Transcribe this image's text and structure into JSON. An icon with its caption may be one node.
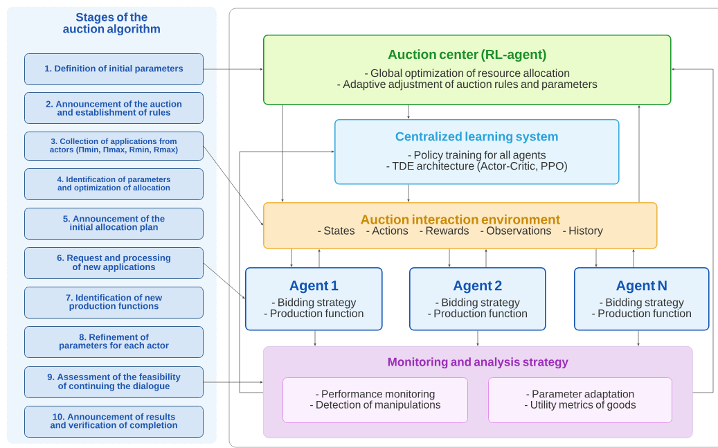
{
  "diagram": {
    "nodes": [
      {
        "text": [
          "Stages of the auction algorithm"
        ]
      },
      {
        "text": [
          "1. Definition of initial parameters"
        ],
        "in": 0
      },
      {
        "text": [
          "2. Announcement of the auction and establishment of rules"
        ],
        "in": 0
      },
      {
        "text": [
          "3. Collection of applications from actors (Πmin, Πmax, Rmin, Rmax)"
        ],
        "in": 0
      },
      {
        "text": [
          "4. Identification of parameters and optimization of allocation"
        ],
        "in": 0
      },
      {
        "text": [
          "5. Announcement of the initial allocation plan"
        ],
        "in": 0
      },
      {
        "text": [
          "6. Request and processing of new applications"
        ],
        "in": 0
      },
      {
        "text": [
          "7. Identification of new production functions"
        ],
        "in": 0
      },
      {
        "text": [
          "8. Refinement of parameters for each actor"
        ],
        "in": 0
      },
      {
        "text": [
          "9. Assessment of the feasibility of continuing the dialogue"
        ],
        "in": 0
      },
      {
        "text": [
          "10. Announcement of results and verification of completion"
        ],
        "in": 0
      },
      {
        "text": [
          "Auction center (RL-agent)",
          "- Global optimization of resource allocation",
          "- Adaptive adjustment of auction rules and parameters"
        ]
      },
      {
        "text": [
          "Centralized learning system",
          "- Policy training for all agents",
          "- TDE architecture (Actor-Critic, PPO)"
        ]
      },
      {
        "text": [
          "Auction interaction environment",
          "- States",
          "- Actions",
          "- Rewards",
          "- Observations",
          "- History"
        ]
      },
      {
        "text": [
          "Agent 1",
          "- Bidding strategy",
          "- Production function"
        ]
      },
      {
        "text": [
          "Agent 2",
          "- Bidding strategy",
          "- Production function"
        ]
      },
      {
        "text": [
          "Agent N",
          "- Bidding strategy",
          "- Production function"
        ]
      },
      {
        "text": [
          "Monitoring and analysis strategy"
        ]
      },
      {
        "text": [
          "- Performance monitoring",
          "- Detection of manipulations"
        ],
        "in": 17
      },
      {
        "text": [
          "- Parameter adaptation",
          "- Utility metrics of goods"
        ],
        "in": 17
      }
    ],
    "edges": [
      {
        "from": 1,
        "to": 11,
        "arrow": "to"
      },
      {
        "from": 3,
        "to": 13,
        "arrow": "to"
      },
      {
        "from": 6,
        "to": 14,
        "arrow": "to"
      },
      {
        "from": 9,
        "to": 17,
        "arrow": "to"
      },
      {
        "from": 11,
        "to": 12,
        "arrow": "to"
      },
      {
        "from": 11,
        "to": 13,
        "arrow": "to"
      },
      {
        "from": 12,
        "to": 13,
        "arrow": "to"
      },
      {
        "from": 13,
        "to": 11,
        "arrow": "to"
      },
      {
        "from": 13,
        "to": 14,
        "arrow": "to"
      },
      {
        "from": 14,
        "to": 13,
        "arrow": "to"
      },
      {
        "from": 13,
        "to": 15,
        "arrow": "to"
      },
      {
        "from": 15,
        "to": 13,
        "arrow": "to"
      },
      {
        "from": 13,
        "to": 16,
        "arrow": "to"
      },
      {
        "from": 16,
        "to": 13,
        "arrow": "to"
      },
      {
        "from": 14,
        "to": 17,
        "arrow": "to"
      },
      {
        "from": 15,
        "to": 17,
        "arrow": "to"
      },
      {
        "from": 16,
        "to": 17,
        "arrow": "to"
      },
      {
        "from": 17,
        "to": 12,
        "arrow": "to"
      },
      {
        "from": 17,
        "to": 11,
        "arrow": "to"
      }
    ]
  }
}
